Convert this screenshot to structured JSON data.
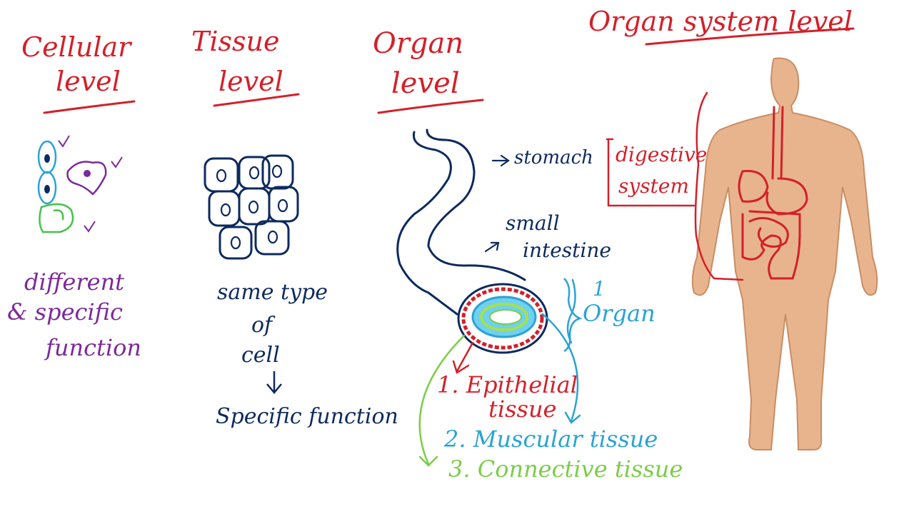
{
  "levels": {
    "cellular": [
      "Cellular",
      "level"
    ],
    "tissue": [
      "Tissue",
      "level"
    ],
    "organ": [
      "Organ",
      "level"
    ],
    "organ_system": "Organ system level"
  },
  "cellular_note": [
    "different",
    "& specific",
    "function"
  ],
  "tissue_note": {
    "line1": "same type",
    "line2": "of",
    "line3": "cell",
    "line4": "Specific function"
  },
  "organ_labels": {
    "stomach": "stomach",
    "small_intestine": [
      "small",
      "intestine"
    ],
    "one_organ": [
      "1",
      "Organ"
    ]
  },
  "tissue_types": {
    "epithelial": [
      "1. Epithelial",
      "tissue"
    ],
    "muscular": "2. Muscular tissue",
    "connective": "3. Connective tissue"
  },
  "system_label": [
    "digestive",
    "system"
  ],
  "colors": {
    "red": "#d3202a",
    "navy": "#0d2a5e",
    "purple": "#7b2a9a",
    "teal": "#2aa3d4",
    "green": "#7ccc4a",
    "skin": "#e8b48e"
  }
}
